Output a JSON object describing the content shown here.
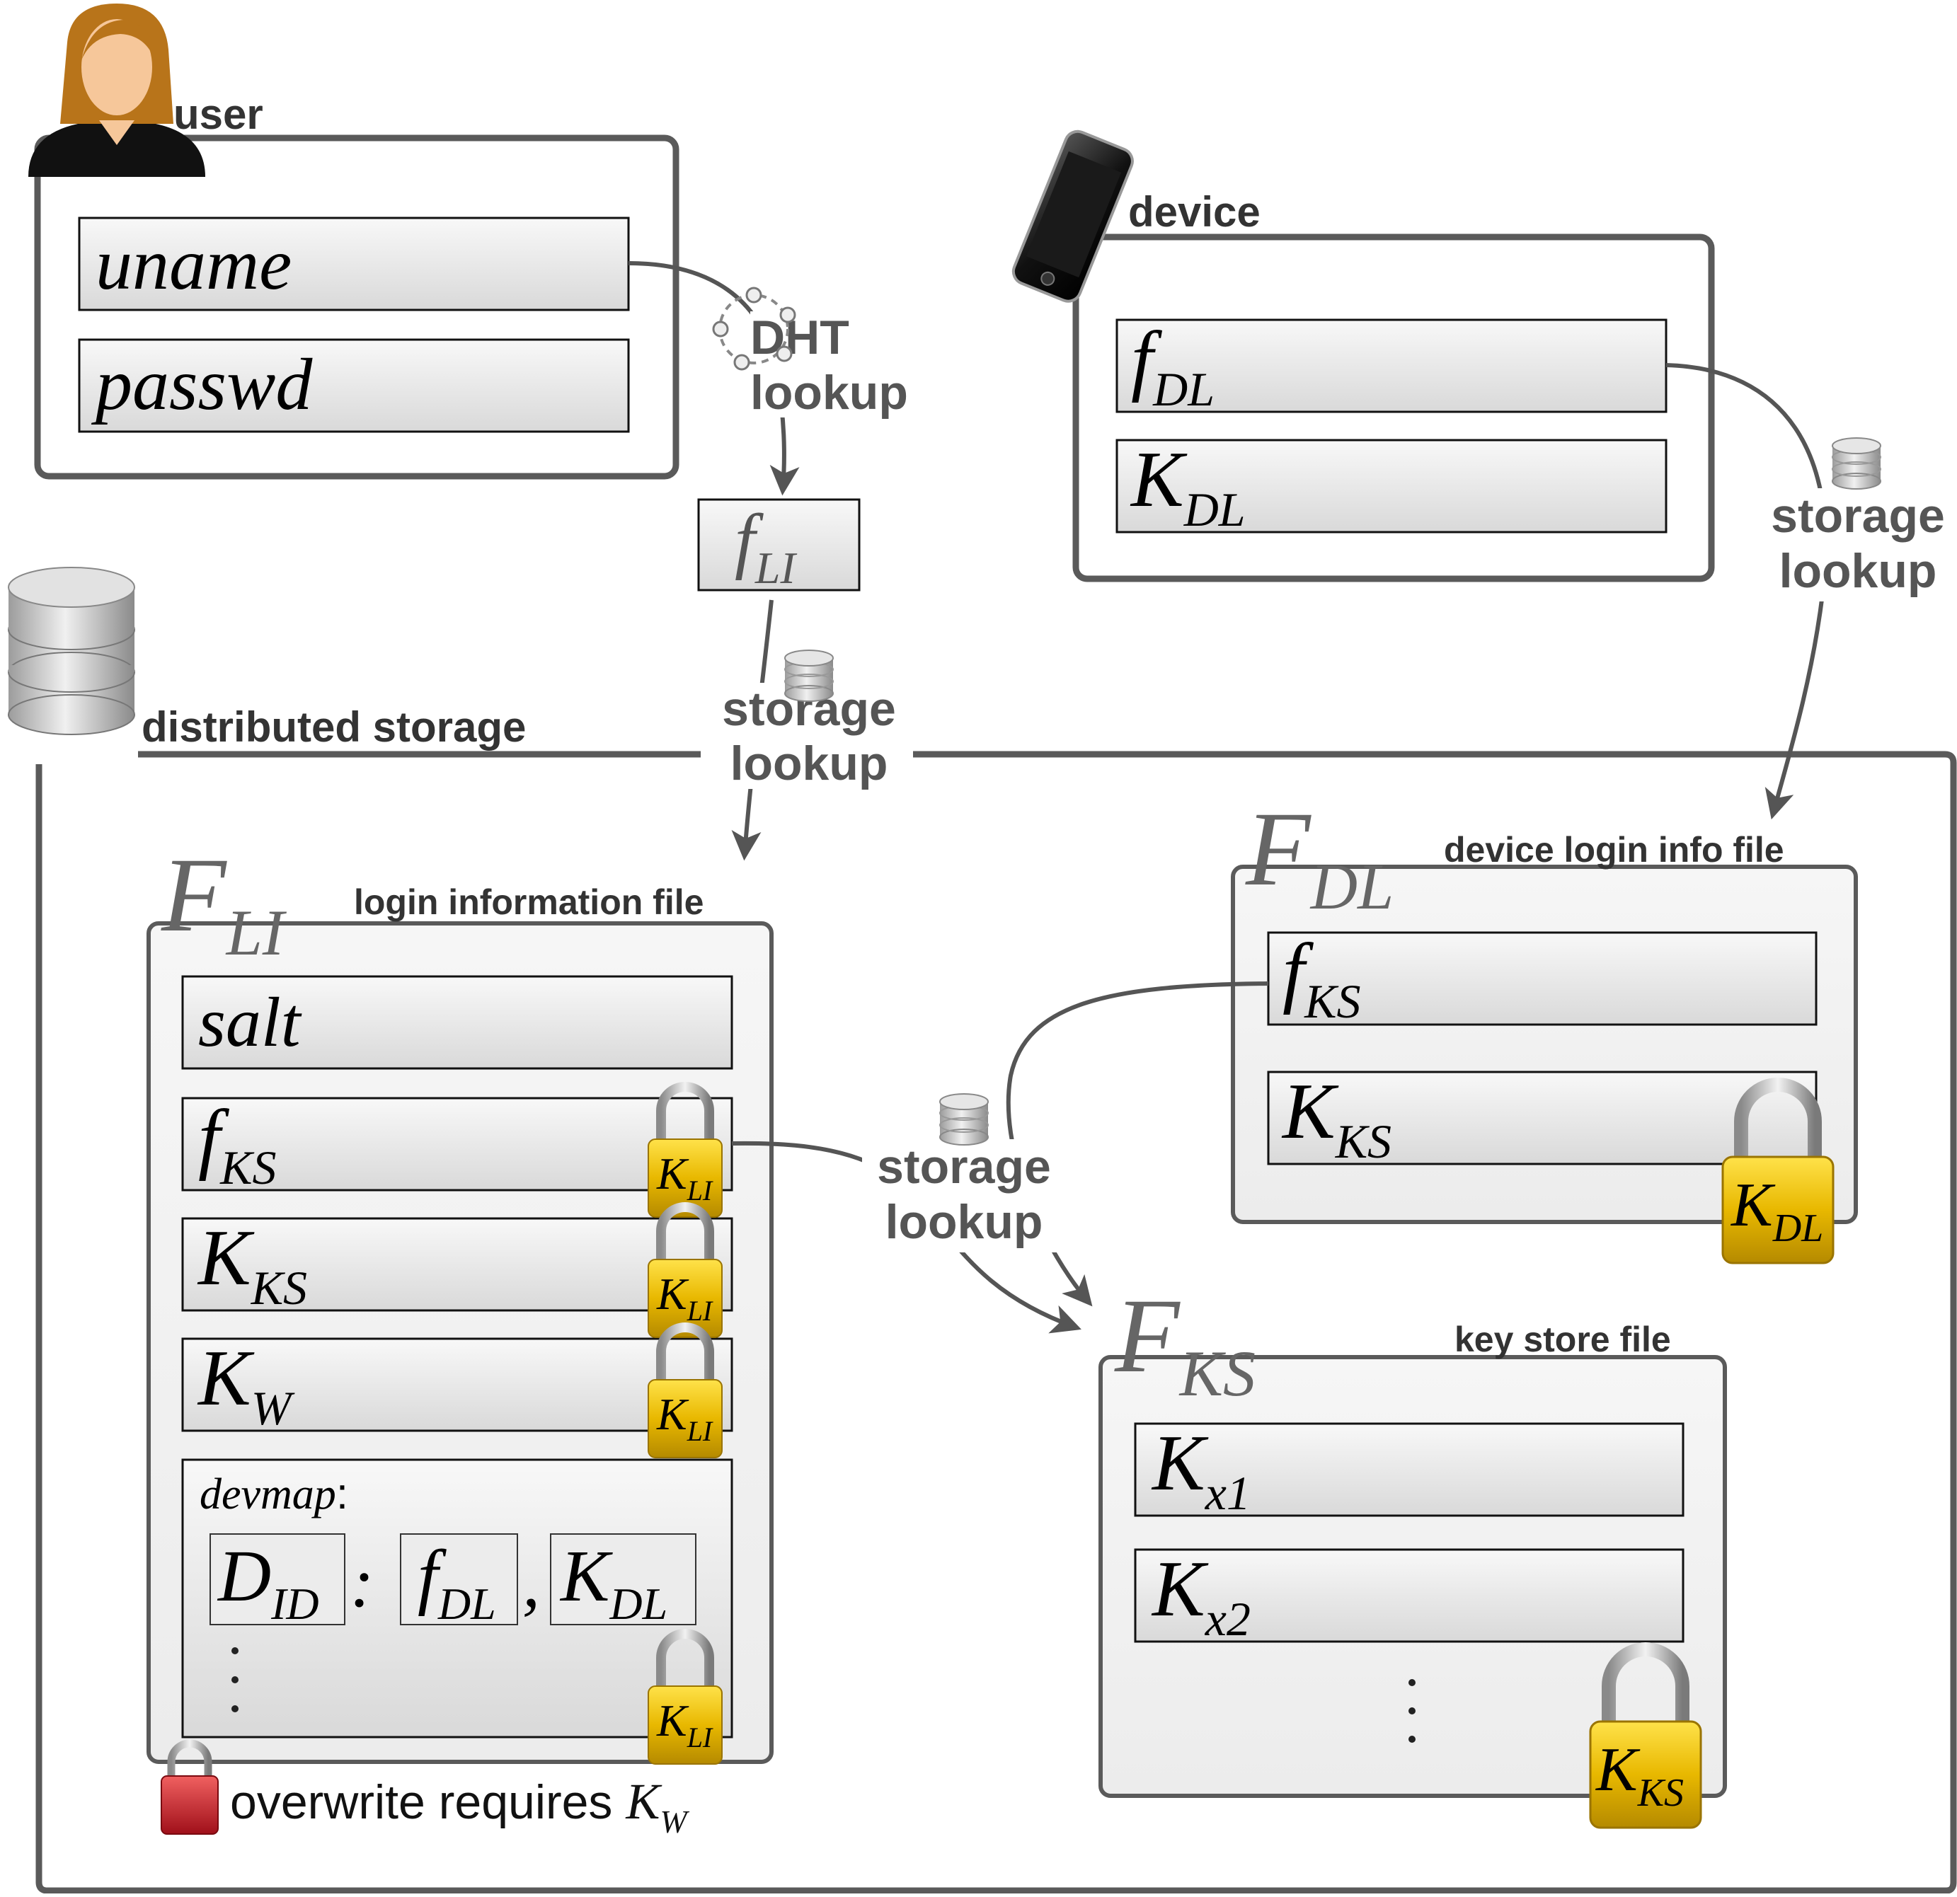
{
  "colors": {
    "frame": "#5a5a5a",
    "arrow": "#555555",
    "field_fill_top": "#f7f7f7",
    "field_fill_bottom": "#dcdcdc",
    "lock_gold": "#e8b800",
    "lock_red": "#c8202a",
    "hair": "#b8741a",
    "skin": "#f6c79a"
  },
  "icons": [
    "user-avatar-icon",
    "smartphone-icon",
    "database-icon",
    "padlock-icon",
    "dht-ring-icon"
  ],
  "user": {
    "label": "user",
    "fields": [
      "uname",
      "passwd"
    ]
  },
  "device": {
    "label": "device",
    "fields": [
      {
        "base": "f",
        "sub": "DL"
      },
      {
        "base": "K",
        "sub": "DL"
      }
    ]
  },
  "dht": {
    "line1": "DHT",
    "line2": "lookup"
  },
  "f_li": {
    "base": "f",
    "sub": "LI"
  },
  "storage_lookup": {
    "line1": "storage",
    "line2": "lookup"
  },
  "distributed_storage": {
    "label": "distributed storage"
  },
  "login_file": {
    "symbol": {
      "base": "F",
      "sub": "LI"
    },
    "caption": "login information file",
    "salt": "salt",
    "fields": [
      {
        "base": "f",
        "sub": "KS"
      },
      {
        "base": "K",
        "sub": "KS"
      },
      {
        "base": "K",
        "sub": "W"
      }
    ],
    "devmap": {
      "label": "devmap",
      "colon": ":",
      "did": {
        "base": "D",
        "sub": "ID"
      },
      "sep": ":",
      "fdl": {
        "base": "f",
        "sub": "DL"
      },
      "comma": ",",
      "kdl": {
        "base": "K",
        "sub": "DL"
      }
    },
    "lock_key": {
      "base": "K",
      "sub": "LI"
    }
  },
  "device_file": {
    "symbol": {
      "base": "F",
      "sub": "DL"
    },
    "caption": "device login info file",
    "fields": [
      {
        "base": "f",
        "sub": "KS"
      },
      {
        "base": "K",
        "sub": "KS"
      }
    ],
    "lock_key": {
      "base": "K",
      "sub": "DL"
    }
  },
  "keystore_file": {
    "symbol": {
      "base": "F",
      "sub": "KS"
    },
    "caption": "key store file",
    "fields": [
      {
        "base": "K",
        "sub": "x1"
      },
      {
        "base": "K",
        "sub": "x2"
      }
    ],
    "lock_key": {
      "base": "K",
      "sub": "KS"
    }
  },
  "overwrite_note": {
    "text": "overwrite requires ",
    "key": {
      "base": "K",
      "sub": "W"
    }
  }
}
